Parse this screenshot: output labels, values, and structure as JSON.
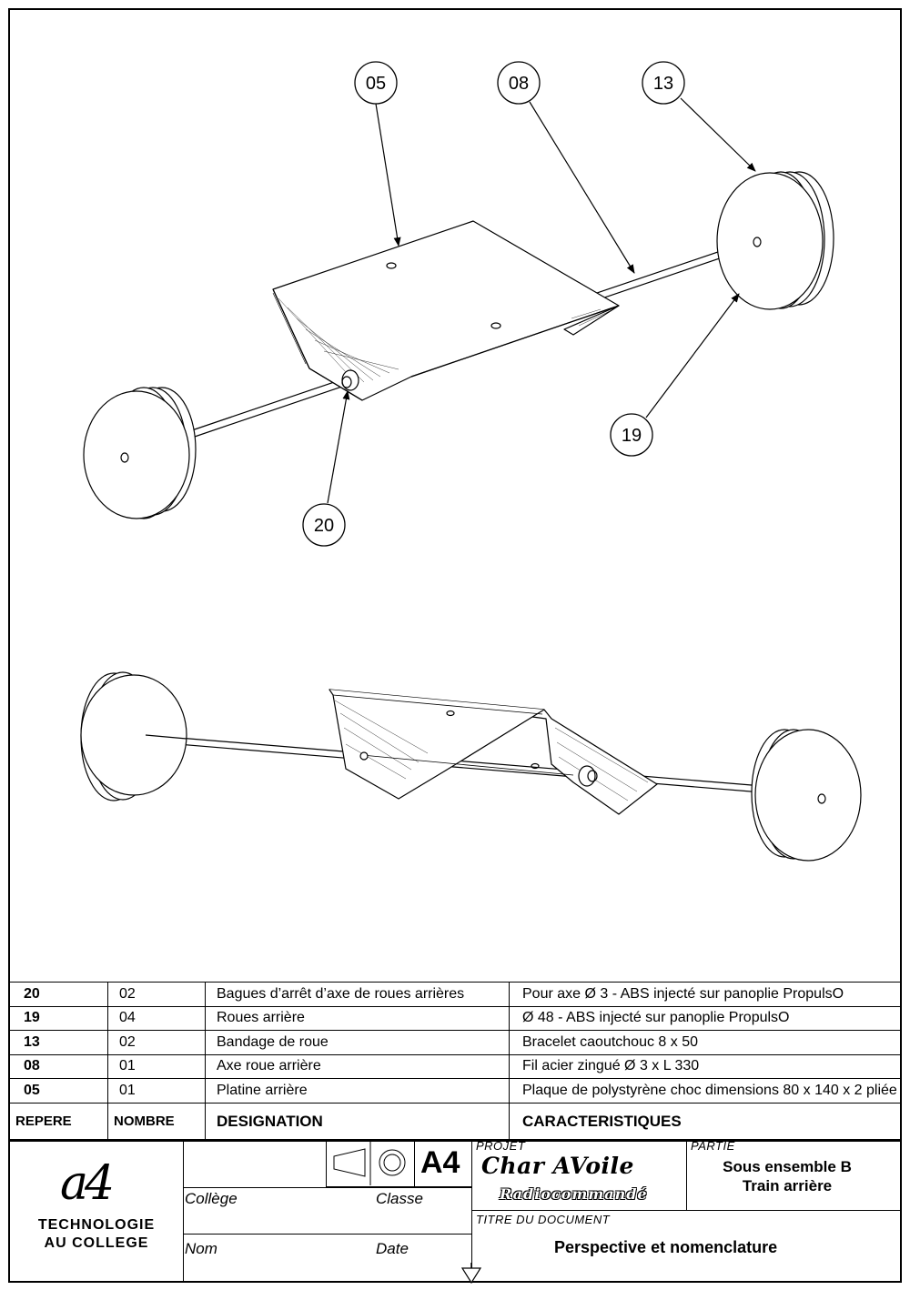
{
  "callouts": {
    "p05": "05",
    "p08": "08",
    "p13": "13",
    "p19": "19",
    "p20": "20"
  },
  "nomenclature": {
    "rows": [
      {
        "repere": "20",
        "nombre": "02",
        "designation": "Bagues d’arrêt d’axe de roues arrières",
        "caracteristiques": "Pour axe Ø 3 - ABS injecté sur panoplie PropulsO"
      },
      {
        "repere": "19",
        "nombre": "04",
        "designation": "Roues  arrière",
        "caracteristiques": "Ø 48 -  ABS injecté sur panoplie PropulsO"
      },
      {
        "repere": "13",
        "nombre": "02",
        "designation": "Bandage de roue",
        "caracteristiques": "Bracelet caoutchouc 8 x 50"
      },
      {
        "repere": "08",
        "nombre": "01",
        "designation": "Axe roue arrière",
        "caracteristiques": "Fil acier zingué Ø 3 x L 330"
      },
      {
        "repere": "05",
        "nombre": "01",
        "designation": "Platine arrière",
        "caracteristiques": "Plaque de polystyrène choc dimensions 80 x 140 x 2 pliée"
      }
    ],
    "header": {
      "repere": "REPERE",
      "nombre": "NOMBRE",
      "designation": "DESIGNATION",
      "caracteristiques": "CARACTERISTIQUES"
    }
  },
  "cartouche": {
    "logo_mark": "a4",
    "logo_line1": "TECHNOLOGIE",
    "logo_line2": "AU COLLEGE",
    "format": "A4",
    "college_label": "Collège",
    "classe_label": "Classe",
    "nom_label": "Nom",
    "date_label": "Date",
    "projet_label": "PROJET",
    "projet_name_1": "Char",
    "projet_name_2": "A",
    "projet_name_3": "Voile",
    "projet_sub": "Radiocommandé",
    "partie_label": "PARTIE",
    "partie_line1": "Sous ensemble B",
    "partie_line2": "Train arrière",
    "titre_label": "TITRE DU DOCUMENT",
    "titre_value": "Perspective et nomenclature"
  }
}
